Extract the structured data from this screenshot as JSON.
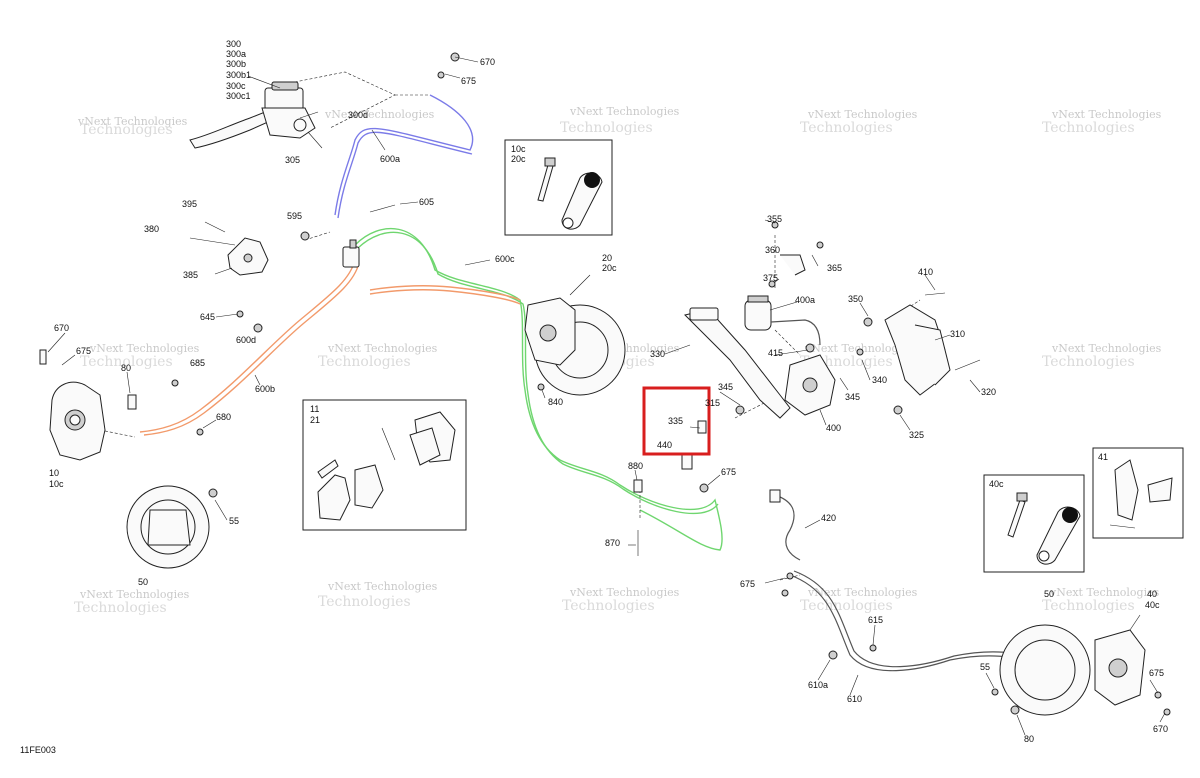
{
  "colors": {
    "brake_line_front_upper": "#7b7be8",
    "brake_line_front_lower": "#6fd66f",
    "brake_line_rear_left": "#f29a6b",
    "highlight": "#d81e1e"
  },
  "drawing_code": "11FE003",
  "watermark": {
    "line1": "vNext Technologies",
    "line2": "Technologies"
  },
  "inset_boxes": {
    "bleeder_front": [
      "10c",
      "20c"
    ],
    "pads_front": [
      "11",
      "21"
    ],
    "bleeder_rear": "40c",
    "pads_rear": "41"
  },
  "callouts": {
    "master_cyl": [
      "300",
      "300a",
      "300b",
      "300b1",
      "300c",
      "300c1"
    ],
    "p300d": "300d",
    "p305": "305",
    "p600a": "600a",
    "p670_top": "670",
    "p675_top": "675",
    "p605": "605",
    "p595": "595",
    "p395": "395",
    "p380": "380",
    "p385": "385",
    "p600c": "600c",
    "p20": [
      "20",
      "20c"
    ],
    "p645": "645",
    "p600d": "600d",
    "p670_left": "670",
    "p675_left": "675",
    "p80_left": "80",
    "p685": "685",
    "p600b": "600b",
    "p680": "680",
    "p10": [
      "10",
      "10c"
    ],
    "p55_left": "55",
    "p50_left": "50",
    "p840": "840",
    "p330": "330",
    "p345_a": "345",
    "p315": "315",
    "p335": "335",
    "p440": "440",
    "p880": "880",
    "p675_mid": "675",
    "p870": "870",
    "p355": "355",
    "p360": "360",
    "p365": "365",
    "p375": "375",
    "p400a": "400a",
    "p415": "415",
    "p400": "400",
    "p345_b": "345",
    "p340": "340",
    "p350": "350",
    "p410": "410",
    "p310": "310",
    "p320": "320",
    "p325": "325",
    "p420": "420",
    "p675_r": "675",
    "p615": "615",
    "p610a": "610a",
    "p610": "610",
    "p55_right": "55",
    "p50_right": "50",
    "p40": [
      "40",
      "40c"
    ],
    "p675_far": "675",
    "p670_far": "670",
    "p80_right": "80"
  }
}
